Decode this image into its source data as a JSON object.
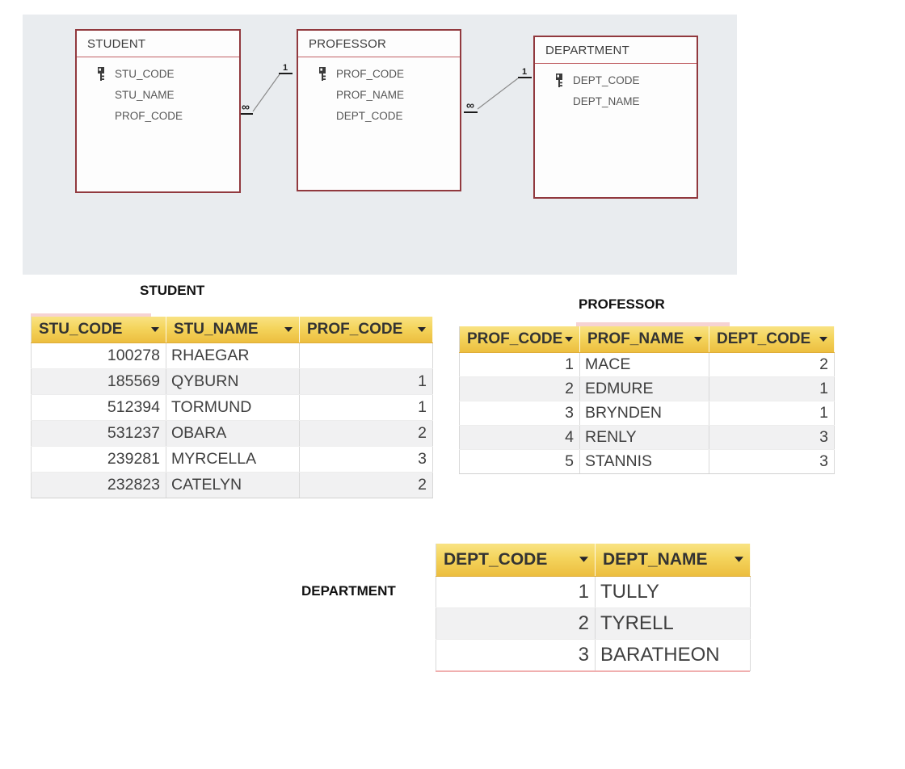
{
  "colors": {
    "panel-bg": "#E9ECEF",
    "entity-border": "#91393E",
    "entity-rule": "#C06064",
    "gold-top": "#F9E383",
    "gold-mid": "#F4D45C",
    "gold-bottom": "#ECBE3F",
    "gold-edge": "#DFAC38",
    "stripe": "#F1F1F2",
    "grid-line": "#D9D9D9",
    "pink-strip": "#F6D3D3",
    "dept-line": "#F0AFAF",
    "text-dark": "#3A3A3A",
    "field-gray": "#565656"
  },
  "diagram": {
    "entities": [
      {
        "name": "STUDENT",
        "fields": [
          {
            "name": "STU_CODE",
            "key": true
          },
          {
            "name": "STU_NAME",
            "key": false
          },
          {
            "name": "PROF_CODE",
            "key": false
          }
        ]
      },
      {
        "name": "PROFESSOR",
        "fields": [
          {
            "name": "PROF_CODE",
            "key": true
          },
          {
            "name": "PROF_NAME",
            "key": false
          },
          {
            "name": "DEPT_CODE",
            "key": false
          }
        ]
      },
      {
        "name": "DEPARTMENT",
        "fields": [
          {
            "name": "DEPT_CODE",
            "key": true
          },
          {
            "name": "DEPT_NAME",
            "key": false
          }
        ]
      }
    ],
    "relationships": [
      {
        "from_entity": "STUDENT",
        "from_cardinality": "∞",
        "to_entity": "PROFESSOR",
        "to_cardinality": "1"
      },
      {
        "from_entity": "PROFESSOR",
        "from_cardinality": "∞",
        "to_entity": "DEPARTMENT",
        "to_cardinality": "1"
      }
    ]
  },
  "tables": {
    "student": {
      "title": "STUDENT",
      "columns": [
        "STU_CODE",
        "STU_NAME",
        "PROF_CODE"
      ],
      "rows": [
        [
          "100278",
          "RHAEGAR",
          ""
        ],
        [
          "185569",
          "QYBURN",
          "1"
        ],
        [
          "512394",
          "TORMUND",
          "1"
        ],
        [
          "531237",
          "OBARA",
          "2"
        ],
        [
          "239281",
          "MYRCELLA",
          "3"
        ],
        [
          "232823",
          "CATELYN",
          "2"
        ]
      ]
    },
    "professor": {
      "title": "PROFESSOR",
      "columns": [
        "PROF_CODE",
        "PROF_NAME",
        "DEPT_CODE"
      ],
      "rows": [
        [
          "1",
          "MACE",
          "2"
        ],
        [
          "2",
          "EDMURE",
          "1"
        ],
        [
          "3",
          "BRYNDEN",
          "1"
        ],
        [
          "4",
          "RENLY",
          "3"
        ],
        [
          "5",
          "STANNIS",
          "3"
        ]
      ]
    },
    "department": {
      "title": "DEPARTMENT",
      "columns": [
        "DEPT_CODE",
        "DEPT_NAME"
      ],
      "rows": [
        [
          "1",
          "TULLY"
        ],
        [
          "2",
          "TYRELL"
        ],
        [
          "3",
          "BARATHEON"
        ]
      ]
    }
  }
}
